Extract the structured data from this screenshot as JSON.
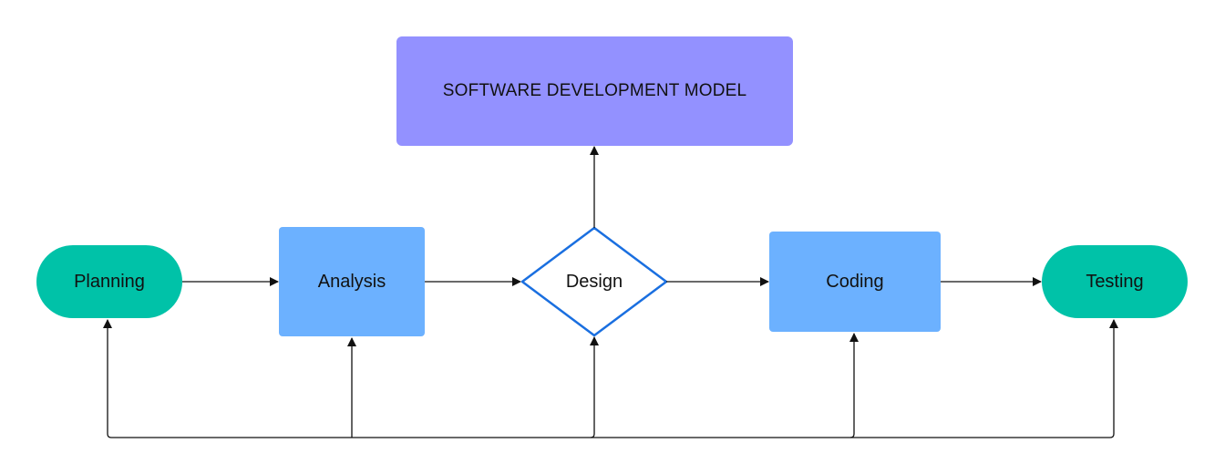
{
  "title": "SOFTWARE DEVELOPMENT MODEL",
  "nodes": {
    "planning": "Planning",
    "analysis": "Analysis",
    "design": "Design",
    "coding": "Coding",
    "testing": "Testing"
  },
  "colors": {
    "title_fill": "#9391ff",
    "terminal_fill": "#00c2a8",
    "process_fill": "#6cb1ff",
    "decision_stroke": "#1a6fe0",
    "edge": "#111111"
  }
}
